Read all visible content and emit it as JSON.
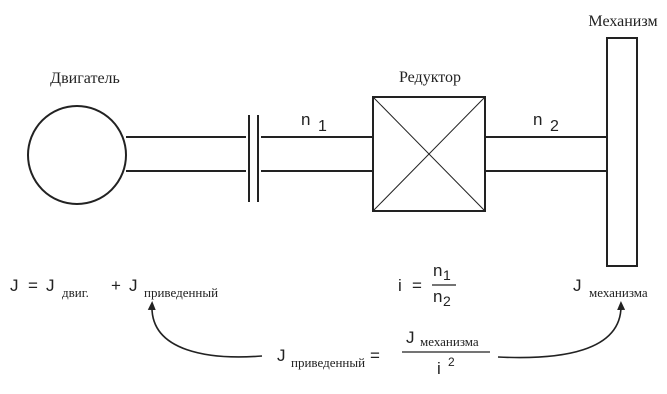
{
  "labels": {
    "motor": "Двигатель",
    "reducer": "Редуктор",
    "mechanism": "Механизм",
    "n1_base": "n",
    "n1_sub": "1",
    "n2_base": "n",
    "n2_sub": "2"
  },
  "formula_total": {
    "lhs": "J",
    "eq": "=",
    "j1": "J",
    "j1_sub": "двиг.",
    "plus": "+",
    "j2": "J",
    "j2_sub": "приведенный"
  },
  "formula_ratio": {
    "lhs": "i",
    "eq": "=",
    "num_base": "n",
    "num_sub": "1",
    "den_base": "n",
    "den_sub": "2"
  },
  "mechanism_inertia": {
    "base": "J",
    "sub": "механизма"
  },
  "formula_reduced": {
    "lhs": "J",
    "lhs_sub": "приведенный",
    "eq": "=",
    "num": "J",
    "num_sub": "механизма",
    "den": "i",
    "den_sup": "2"
  }
}
